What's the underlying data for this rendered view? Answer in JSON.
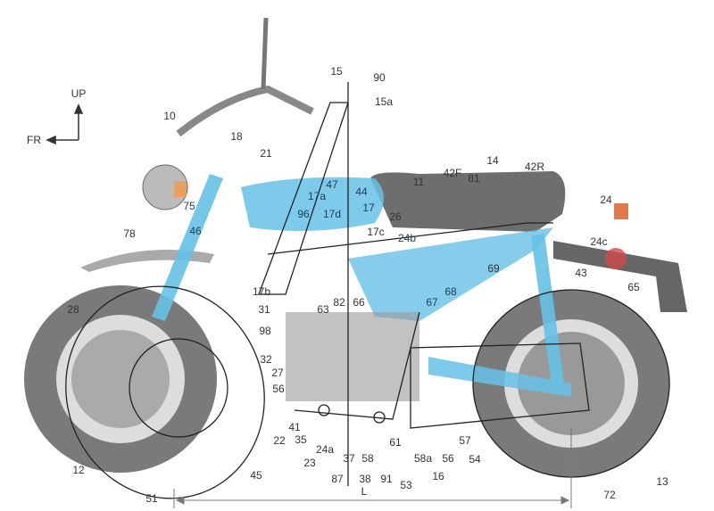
{
  "directions": {
    "up": "UP",
    "front": "FR"
  },
  "dimension_label": "L",
  "colors": {
    "body_blue": "#66c1e6",
    "grey": "#8a8a8a",
    "tire": "#6e6e6e",
    "line": "#222222"
  },
  "labels": [
    "10",
    "18",
    "21",
    "15",
    "90",
    "15a",
    "47",
    "44",
    "17a",
    "17",
    "96",
    "17d",
    "75",
    "46",
    "78",
    "26",
    "17c",
    "24b",
    "11",
    "42F",
    "81",
    "14",
    "42R",
    "24",
    "24c",
    "69",
    "43",
    "65",
    "67",
    "68",
    "17b",
    "31",
    "82",
    "66",
    "63",
    "28",
    "98",
    "32",
    "27",
    "56",
    "41",
    "22",
    "35",
    "24a",
    "23",
    "37",
    "58",
    "61",
    "87",
    "38",
    "91",
    "58a",
    "56",
    "57",
    "54",
    "53",
    "16",
    "12",
    "45",
    "51",
    "72",
    "13"
  ]
}
